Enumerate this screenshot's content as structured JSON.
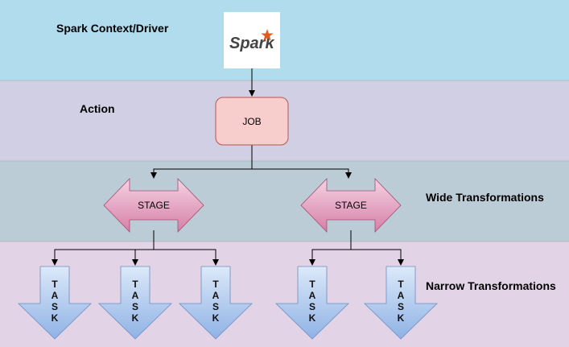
{
  "bands": [
    {
      "id": "driver",
      "label": "Spark Context/Driver",
      "color": "#b0dcee"
    },
    {
      "id": "action",
      "label": "Action",
      "color": "#d0cfe3"
    },
    {
      "id": "wide",
      "label": "Wide Transformations",
      "color": "#bcccd6"
    },
    {
      "id": "narrow",
      "label": "Narrow Transformations",
      "color": "#e2d3e6"
    }
  ],
  "logo": {
    "text": "Spark",
    "star_color": "#e25a1c"
  },
  "job": {
    "label": "JOB",
    "fill": "#f8cecc",
    "stroke": "#b85450"
  },
  "stages": [
    {
      "label": "STAGE"
    },
    {
      "label": "STAGE"
    }
  ],
  "tasks": [
    {
      "label": "TASK",
      "stage": 0
    },
    {
      "label": "TASK",
      "stage": 0
    },
    {
      "label": "TASK",
      "stage": 0
    },
    {
      "label": "TASK",
      "stage": 1
    },
    {
      "label": "TASK",
      "stage": 1
    }
  ],
  "colors": {
    "stage_top": "#f5d3e3",
    "stage_bottom": "#d67fa6",
    "task_top": "#dce9f9",
    "task_bottom": "#8fb2e5",
    "task_stroke": "#6c8ebf",
    "connector": "#000000"
  }
}
